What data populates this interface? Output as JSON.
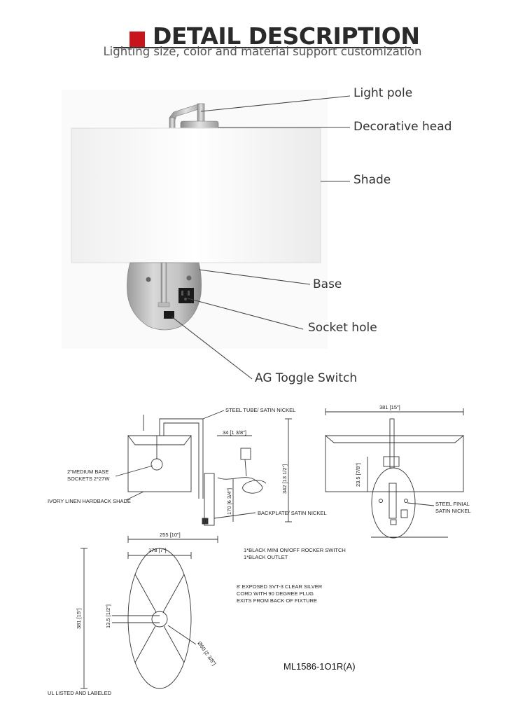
{
  "header": {
    "title": "DETAIL DESCRIPTION",
    "subtitle": "Lighting size, color and material support customization",
    "accent_color": "#c8141b"
  },
  "callouts": [
    {
      "id": "light-pole",
      "label": "Light pole"
    },
    {
      "id": "decorative-head",
      "label": "Decorative head"
    },
    {
      "id": "shade",
      "label": "Shade"
    },
    {
      "id": "base",
      "label": "Base"
    },
    {
      "id": "socket-hole",
      "label": "Socket hole"
    },
    {
      "id": "toggle-switch",
      "label": "AG Toggle Switch"
    }
  ],
  "drawing": {
    "steel_tube": "STEEL TUBE/ SATIN NICKEL",
    "dim_34": "34 [1 3/8\"]",
    "dim_381_top": "381 [15\"]",
    "sockets": [
      "2\"MEDIUM BASE",
      "SOCKETS 2*27W"
    ],
    "shade_note": "IVORY LINEN HARDBACK SHADE",
    "dim_342": "342 [13 1/2\"]",
    "dim_170": "170 [6 3/4\"]",
    "backplate": "BACKPLATE/ SATIN NICKEL",
    "dim_255": "255 [10\"]",
    "dim_23_5": "23.5 [7/8\"]",
    "steel_final": [
      "STEEL FINIAL",
      "SATIN NICKEL"
    ],
    "switch_note": [
      "1*BLACK MINI ON/OFF ROCKER SWITCH",
      "1*BLACK OUTLET"
    ],
    "dim_178": "178 [7\"]",
    "cord_note": [
      "8' EXPOSED SVT-3 CLEAR SILVER",
      "CORD WITH 90 DEGREE PLUG",
      "EXITS FROM BACK OF FIXTURE"
    ],
    "dim_381_side": "381 [15\"]",
    "dim_13_5": "13.5 [1/2\"]",
    "dim_060": "Ø60 [2 3/8\"]",
    "model": "ML1586-1O1R(A)",
    "ul": "UL LISTED AND LABELED"
  }
}
